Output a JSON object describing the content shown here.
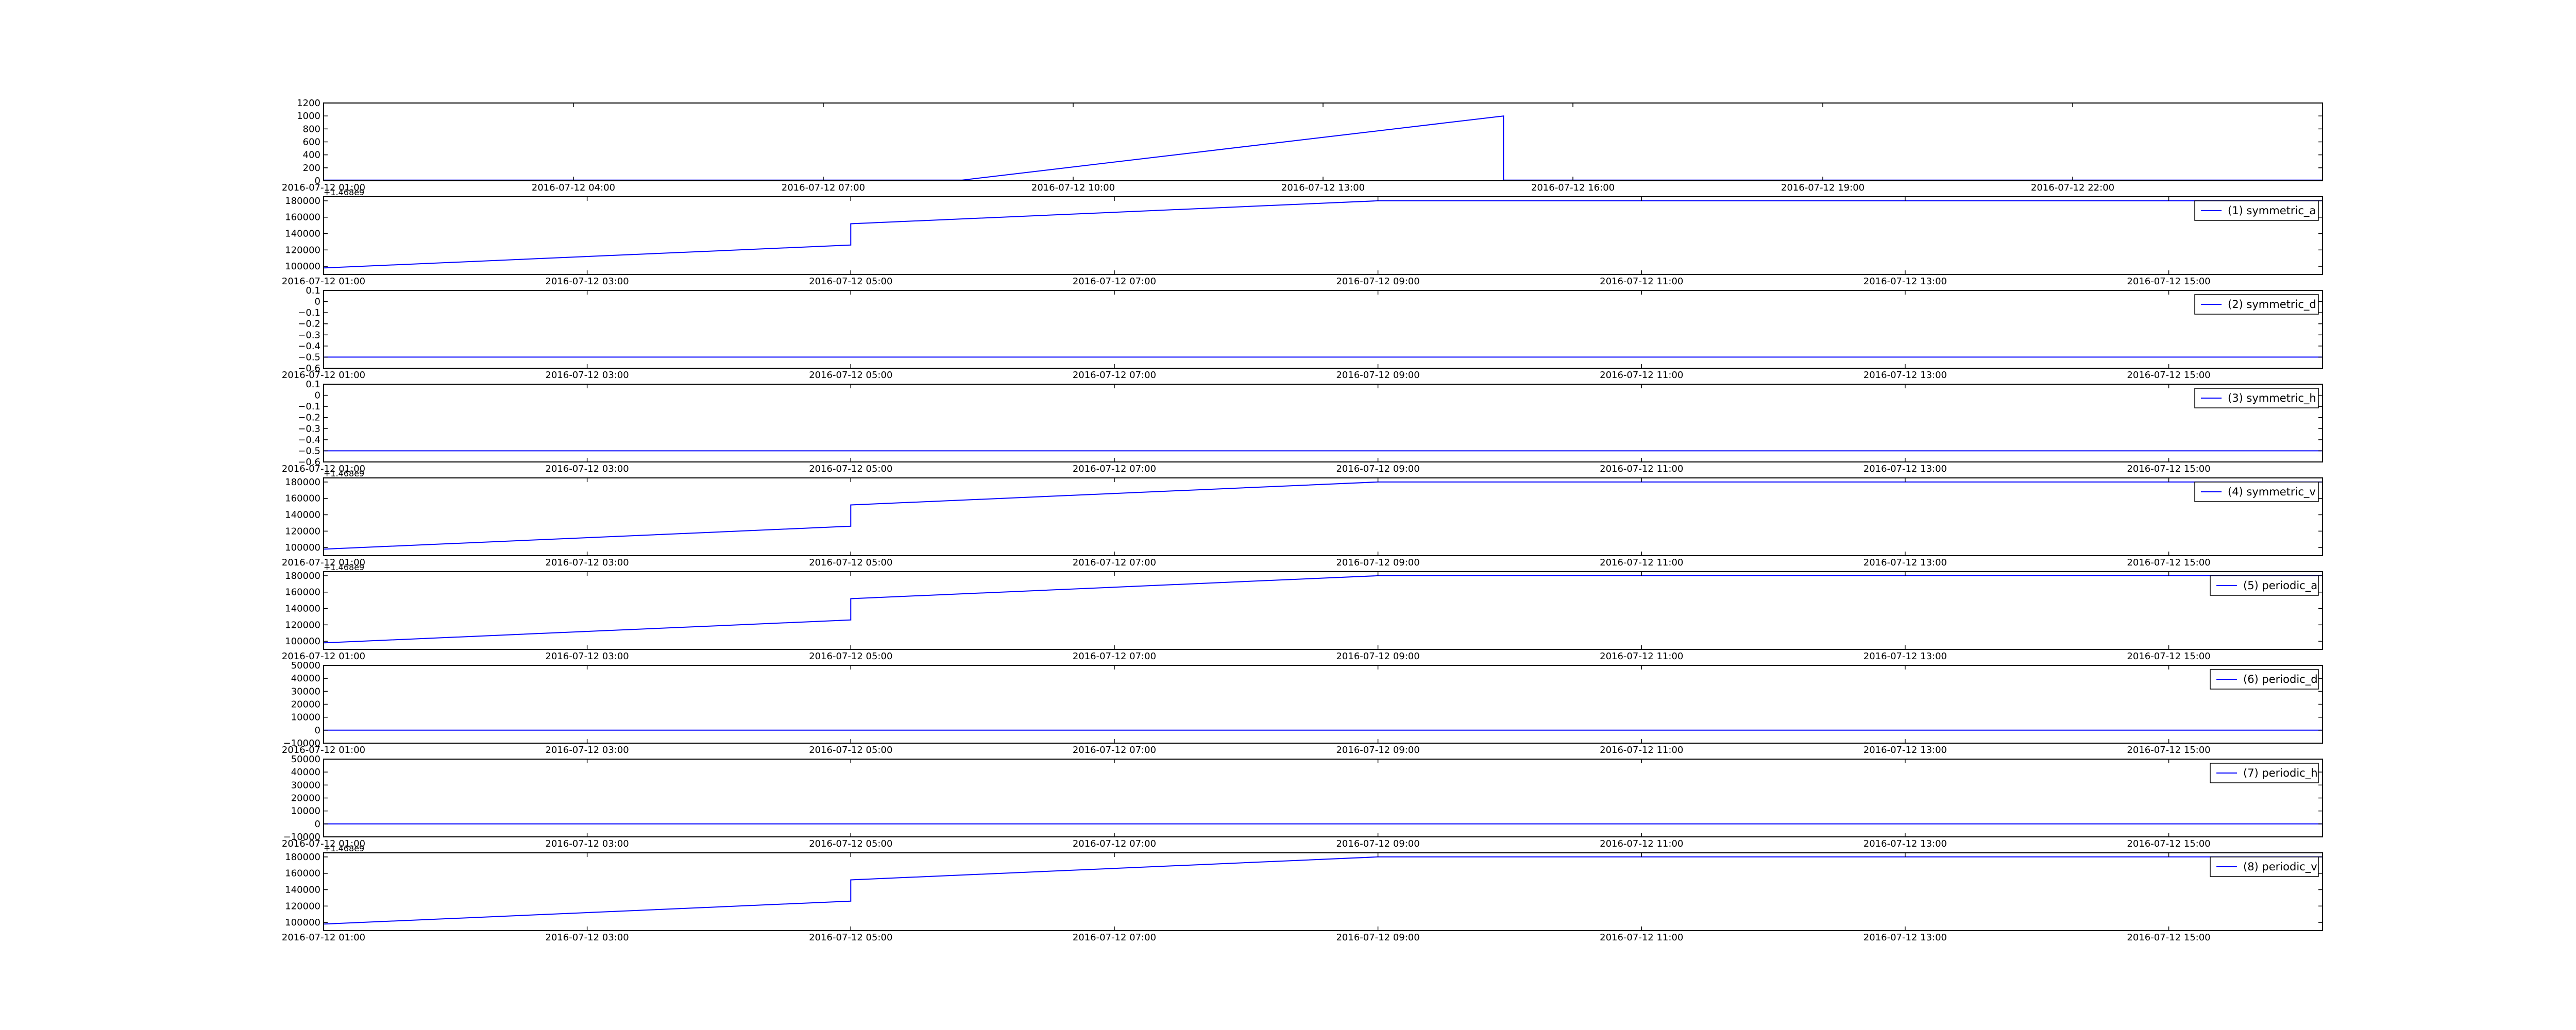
{
  "figure": {
    "background": "#ffffff",
    "line_color": "#0000ff",
    "axes_color": "#000000"
  },
  "chart_data": [
    {
      "type": "line",
      "legend": "",
      "legend_position": "top-right",
      "x_axis": "datetime",
      "xlim": [
        "2016-07-12 01:00",
        "2016-07-13 01:00"
      ],
      "xticks": [
        "2016-07-12 01:00",
        "2016-07-12 04:00",
        "2016-07-12 07:00",
        "2016-07-12 10:00",
        "2016-07-12 13:00",
        "2016-07-12 16:00",
        "2016-07-12 19:00",
        "2016-07-12 22:00"
      ],
      "ylim": [
        0,
        1200
      ],
      "yticks": [
        0,
        200,
        400,
        600,
        800,
        1000,
        1200
      ],
      "y_offset_text": "",
      "grid": false,
      "series": [
        {
          "x": [
            "2016-07-12 01:00",
            "2016-07-12 08:40",
            "2016-07-12 15:10",
            "2016-07-12 15:10",
            "2016-07-13 01:00"
          ],
          "y": [
            10,
            10,
            1000,
            10,
            10
          ]
        }
      ]
    },
    {
      "type": "line",
      "legend": "(1) symmetric_a",
      "legend_position": "top-right",
      "x_axis": "datetime",
      "xlim": [
        "2016-07-12 01:00",
        "2016-07-12 16:10"
      ],
      "xticks": [
        "2016-07-12 01:00",
        "2016-07-12 03:00",
        "2016-07-12 05:00",
        "2016-07-12 07:00",
        "2016-07-12 09:00",
        "2016-07-12 11:00",
        "2016-07-12 13:00",
        "2016-07-12 15:00"
      ],
      "ylim": [
        90000,
        185000
      ],
      "yticks": [
        100000,
        120000,
        140000,
        160000,
        180000
      ],
      "y_offset_text": "+1.468e9",
      "grid": false,
      "series": [
        {
          "x": [
            "2016-07-12 01:00",
            "2016-07-12 05:00",
            "2016-07-12 05:00",
            "2016-07-12 09:00",
            "2016-07-12 16:10"
          ],
          "y": [
            98000,
            126000,
            152000,
            180000,
            180000
          ]
        }
      ]
    },
    {
      "type": "line",
      "legend": "(2) symmetric_d",
      "legend_position": "top-right",
      "x_axis": "datetime",
      "xlim": [
        "2016-07-12 01:00",
        "2016-07-12 16:10"
      ],
      "xticks": [
        "2016-07-12 01:00",
        "2016-07-12 03:00",
        "2016-07-12 05:00",
        "2016-07-12 07:00",
        "2016-07-12 09:00",
        "2016-07-12 11:00",
        "2016-07-12 13:00",
        "2016-07-12 15:00"
      ],
      "ylim": [
        -0.6,
        0.1
      ],
      "yticks": [
        -0.6,
        -0.5,
        -0.4,
        -0.3,
        -0.2,
        -0.1,
        0.0,
        0.1
      ],
      "y_offset_text": "",
      "grid": false,
      "series": [
        {
          "x": [
            "2016-07-12 01:00",
            "2016-07-12 16:10"
          ],
          "y": [
            -0.5,
            -0.5
          ]
        }
      ]
    },
    {
      "type": "line",
      "legend": "(3) symmetric_h",
      "legend_position": "top-right",
      "x_axis": "datetime",
      "xlim": [
        "2016-07-12 01:00",
        "2016-07-12 16:10"
      ],
      "xticks": [
        "2016-07-12 01:00",
        "2016-07-12 03:00",
        "2016-07-12 05:00",
        "2016-07-12 07:00",
        "2016-07-12 09:00",
        "2016-07-12 11:00",
        "2016-07-12 13:00",
        "2016-07-12 15:00"
      ],
      "ylim": [
        -0.6,
        0.1
      ],
      "yticks": [
        -0.6,
        -0.5,
        -0.4,
        -0.3,
        -0.2,
        -0.1,
        0.0,
        0.1
      ],
      "y_offset_text": "",
      "grid": false,
      "series": [
        {
          "x": [
            "2016-07-12 01:00",
            "2016-07-12 16:10"
          ],
          "y": [
            -0.5,
            -0.5
          ]
        }
      ]
    },
    {
      "type": "line",
      "legend": "(4) symmetric_v",
      "legend_position": "top-right",
      "x_axis": "datetime",
      "xlim": [
        "2016-07-12 01:00",
        "2016-07-12 16:10"
      ],
      "xticks": [
        "2016-07-12 01:00",
        "2016-07-12 03:00",
        "2016-07-12 05:00",
        "2016-07-12 07:00",
        "2016-07-12 09:00",
        "2016-07-12 11:00",
        "2016-07-12 13:00",
        "2016-07-12 15:00"
      ],
      "ylim": [
        90000,
        185000
      ],
      "yticks": [
        100000,
        120000,
        140000,
        160000,
        180000
      ],
      "y_offset_text": "+1.468e9",
      "grid": false,
      "series": [
        {
          "x": [
            "2016-07-12 01:00",
            "2016-07-12 05:00",
            "2016-07-12 05:00",
            "2016-07-12 09:00",
            "2016-07-12 16:10"
          ],
          "y": [
            98000,
            126000,
            152000,
            180000,
            180000
          ]
        }
      ]
    },
    {
      "type": "line",
      "legend": "(5) periodic_a",
      "legend_position": "top-right",
      "x_axis": "datetime",
      "xlim": [
        "2016-07-12 01:00",
        "2016-07-12 16:10"
      ],
      "xticks": [
        "2016-07-12 01:00",
        "2016-07-12 03:00",
        "2016-07-12 05:00",
        "2016-07-12 07:00",
        "2016-07-12 09:00",
        "2016-07-12 11:00",
        "2016-07-12 13:00",
        "2016-07-12 15:00"
      ],
      "ylim": [
        90000,
        185000
      ],
      "yticks": [
        100000,
        120000,
        140000,
        160000,
        180000
      ],
      "y_offset_text": "+1.468e9",
      "grid": false,
      "series": [
        {
          "x": [
            "2016-07-12 01:00",
            "2016-07-12 05:00",
            "2016-07-12 05:00",
            "2016-07-12 09:00",
            "2016-07-12 16:10"
          ],
          "y": [
            98000,
            126000,
            152000,
            180000,
            180000
          ]
        }
      ]
    },
    {
      "type": "line",
      "legend": "(6) periodic_d",
      "legend_position": "top-right",
      "x_axis": "datetime",
      "xlim": [
        "2016-07-12 01:00",
        "2016-07-12 16:10"
      ],
      "xticks": [
        "2016-07-12 01:00",
        "2016-07-12 03:00",
        "2016-07-12 05:00",
        "2016-07-12 07:00",
        "2016-07-12 09:00",
        "2016-07-12 11:00",
        "2016-07-12 13:00",
        "2016-07-12 15:00"
      ],
      "ylim": [
        -10000,
        50000
      ],
      "yticks": [
        -10000,
        0,
        10000,
        20000,
        30000,
        40000,
        50000
      ],
      "y_offset_text": "",
      "grid": false,
      "series": [
        {
          "x": [
            "2016-07-12 01:00",
            "2016-07-12 16:10"
          ],
          "y": [
            0,
            0
          ]
        }
      ]
    },
    {
      "type": "line",
      "legend": "(7) periodic_h",
      "legend_position": "top-right",
      "x_axis": "datetime",
      "xlim": [
        "2016-07-12 01:00",
        "2016-07-12 16:10"
      ],
      "xticks": [
        "2016-07-12 01:00",
        "2016-07-12 03:00",
        "2016-07-12 05:00",
        "2016-07-12 07:00",
        "2016-07-12 09:00",
        "2016-07-12 11:00",
        "2016-07-12 13:00",
        "2016-07-12 15:00"
      ],
      "ylim": [
        -10000,
        50000
      ],
      "yticks": [
        -10000,
        0,
        10000,
        20000,
        30000,
        40000,
        50000
      ],
      "y_offset_text": "",
      "grid": false,
      "series": [
        {
          "x": [
            "2016-07-12 01:00",
            "2016-07-12 16:10"
          ],
          "y": [
            0,
            0
          ]
        }
      ]
    },
    {
      "type": "line",
      "legend": "(8) periodic_v",
      "legend_position": "top-right",
      "x_axis": "datetime",
      "xlim": [
        "2016-07-12 01:00",
        "2016-07-12 16:10"
      ],
      "xticks": [
        "2016-07-12 01:00",
        "2016-07-12 03:00",
        "2016-07-12 05:00",
        "2016-07-12 07:00",
        "2016-07-12 09:00",
        "2016-07-12 11:00",
        "2016-07-12 13:00",
        "2016-07-12 15:00"
      ],
      "ylim": [
        90000,
        185000
      ],
      "yticks": [
        100000,
        120000,
        140000,
        160000,
        180000
      ],
      "y_offset_text": "+1.468e9",
      "grid": false,
      "series": [
        {
          "x": [
            "2016-07-12 01:00",
            "2016-07-12 05:00",
            "2016-07-12 05:00",
            "2016-07-12 09:00",
            "2016-07-12 16:10"
          ],
          "y": [
            98000,
            126000,
            152000,
            180000,
            180000
          ]
        }
      ]
    }
  ]
}
